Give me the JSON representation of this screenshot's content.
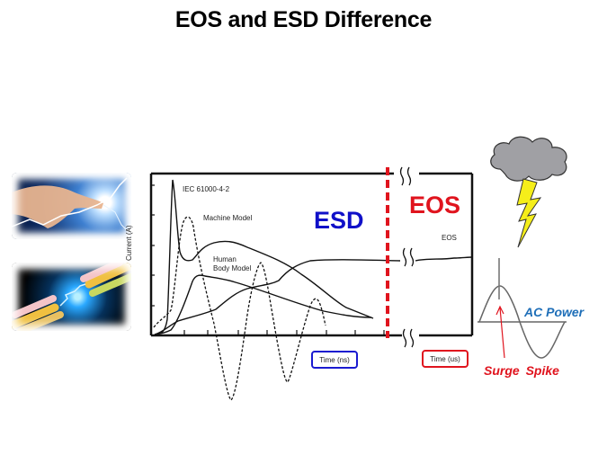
{
  "title": "EOS and ESD Difference",
  "images": {
    "top": "finger-spark-circuit-photo",
    "bottom": "cable-spark-photo"
  },
  "chart": {
    "y_axis_label": "Current (A)",
    "esd_label": "ESD",
    "eos_label": "EOS",
    "curve_labels": {
      "iec": "IEC 61000-4-2",
      "machine": "Machine Model",
      "human_line1": "Human",
      "human_line2": "Body Model",
      "eos": "EOS"
    },
    "time_ns_label": "Time (ns)",
    "time_us_label": "Time (us)"
  },
  "side": {
    "ac_power_label": "AC Power",
    "surge_spike_label": "Surge  Spike"
  },
  "colors": {
    "esd_blue": "#1010c8",
    "eos_red": "#e0141e",
    "ac_blue": "#1f6fb8",
    "cloud_gray": "#a0a0a4",
    "bolt_yellow": "#f5ee1a"
  }
}
